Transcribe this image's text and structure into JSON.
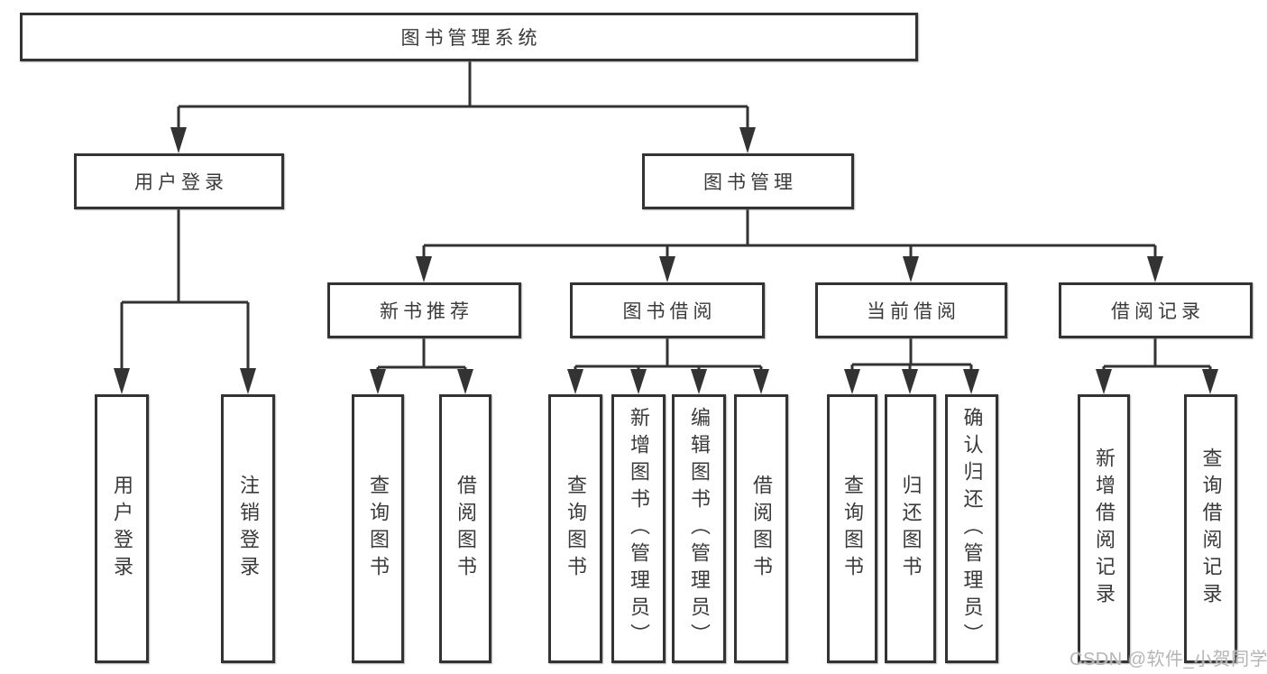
{
  "diagram": {
    "nodes": {
      "root": "图书管理系统",
      "userLogin": "用户登录",
      "bookMgmt": "图书管理",
      "newBookRec": "新书推荐",
      "bookBorrow": "图书借阅",
      "currentBorrow": "当前借阅",
      "borrowRecords": "借阅记录",
      "leafUserLogin": "用户登录",
      "leafLogout": "注销登录",
      "leafQueryBooks1": "查询图书",
      "leafBorrowBooks1": "借阅图书",
      "leafQueryBooks2": "查询图书",
      "leafAddBooksAdmin": "新增图书（管理员）",
      "leafEditBooksAdmin": "编辑图书（管理员）",
      "leafBorrowBooks2": "借阅图书",
      "leafQueryBooks3": "查询图书",
      "leafReturnBooks": "归还图书",
      "leafConfirmReturnAdmin": "确认归还（管理员）",
      "leafAddBorrowRecord": "新增借阅记录",
      "leafQueryBorrowRecord": "查询借阅记录"
    },
    "colors": {
      "line": "#333333",
      "text": "#3a3a3a",
      "background": "#ffffff",
      "watermark": "#b5b5b5"
    }
  },
  "watermark": {
    "text": "CSDN @软件_小贺同学"
  }
}
